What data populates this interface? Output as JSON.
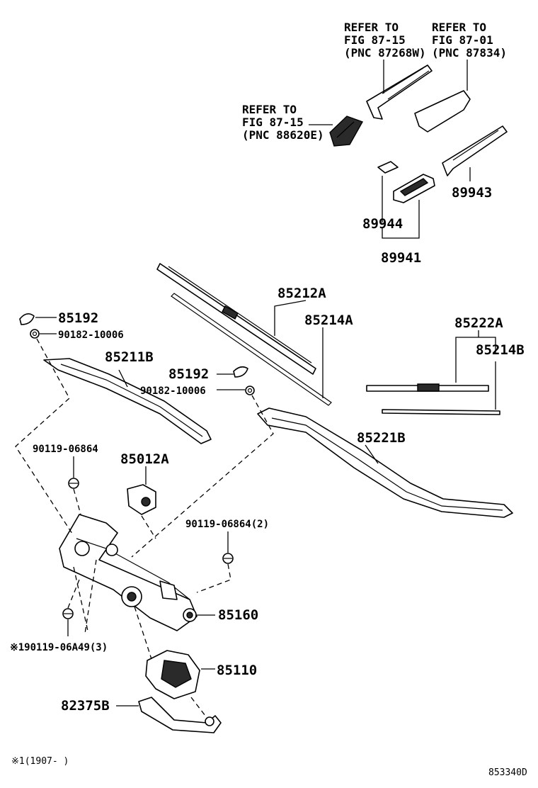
{
  "labels": {
    "ref_87_15_a_l1": "REFER TO",
    "ref_87_15_a_l2": "FIG 87-15",
    "ref_87_15_a_l3": "(PNC 87268W)",
    "ref_87_01_l1": "REFER TO",
    "ref_87_01_l2": "FIG 87-01",
    "ref_87_01_l3": "(PNC 87834)",
    "ref_87_15_b_l1": "REFER TO",
    "ref_87_15_b_l2": "FIG 87-15",
    "ref_87_15_b_l3": "(PNC 88620E)",
    "p89943": "89943",
    "p89944": "89944",
    "p89941": "89941",
    "p85212A": "85212A",
    "p85214A": "85214A",
    "p85192_a": "85192",
    "p90182_a": "90182-10006",
    "p85211B": "85211B",
    "p85192_b": "85192",
    "p90182_b": "90182-10006",
    "p85222A": "85222A",
    "p85214B": "85214B",
    "p85221B": "85221B",
    "p90119_06864": "90119-06864",
    "p85012A": "85012A",
    "p90119_06864_2": "90119-06864(2)",
    "p85160": "85160",
    "p90119_06A49": "※190119-06A49(3)",
    "p85110": "85110",
    "p82375B": "82375B",
    "footnote": "※1(1907-     )",
    "diagram_code": "853340D"
  }
}
